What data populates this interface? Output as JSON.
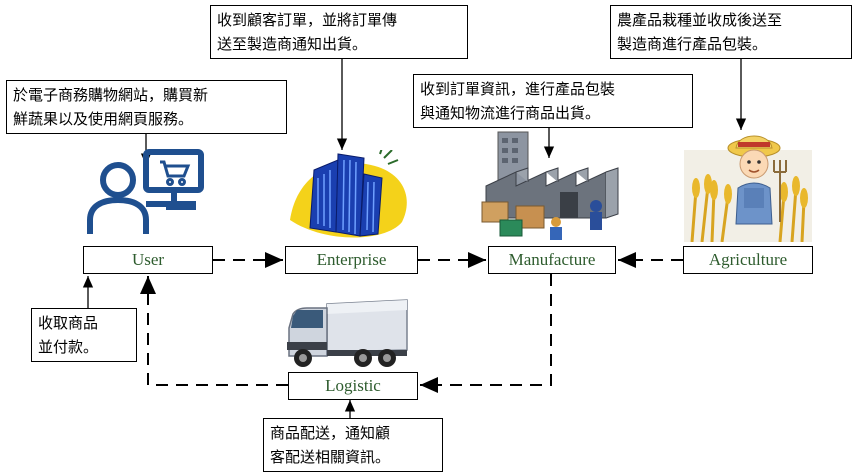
{
  "nodes": {
    "user": "User",
    "enterprise": "Enterprise",
    "manufacture": "Manufacture",
    "agriculture": "Agriculture",
    "logistic": "Logistic"
  },
  "notes": {
    "user_line1": "於電子商務購物網站，購買新",
    "user_line2": "鮮蔬果以及使用網頁服務。",
    "enterprise_line1": "收到顧客訂單，並將訂單傳",
    "enterprise_line2": "送至製造商通知出貨。",
    "manufacture_line1": "收到訂單資訊，進行產品包裝",
    "manufacture_line2": "與通知物流進行商品出貨。",
    "agriculture_line1": "農產品栽種並收成後送至",
    "agriculture_line2": "製造商進行產品包裝。",
    "receive_line1": "收取商品",
    "receive_line2": "並付款。",
    "delivery_line1": "商品配送，通知顧",
    "delivery_line2": "客配送相關資訊。"
  },
  "colors": {
    "node_text": "#2e5c2e",
    "user_icon": "#1f4f8f",
    "building": "#1a3fb0",
    "burst": "#f4d21a"
  }
}
